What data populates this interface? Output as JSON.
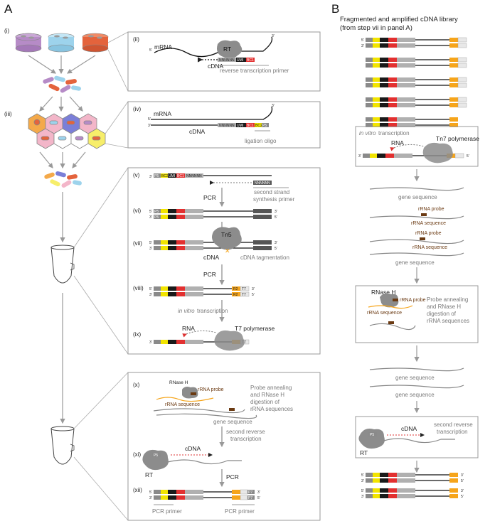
{
  "panels": {
    "a": "A",
    "b": "B"
  },
  "steps": [
    "(i)",
    "(ii)",
    "(iii)",
    "(iv)",
    "(v)",
    "(vi)",
    "(vii)",
    "(viii)",
    "(ix)",
    "(x)",
    "(xi)",
    "(xii)"
  ],
  "panel_a": {
    "ii": {
      "mrna": "mRNA",
      "rt": "RT",
      "cdna": "cDNA",
      "primer": "reverse transcription primer",
      "five": "5'",
      "three": "3'"
    },
    "iv": {
      "mrna": "mRNA",
      "cdna": "cDNA",
      "oligo": "ligation oligo"
    },
    "v": {
      "primer_1": "second strand",
      "primer_2": "synthesis primer"
    },
    "vi": {
      "pcr": "PCR"
    },
    "vii": {
      "tn5": "Tn5",
      "cdna": "cDNA",
      "tag": "cDNA tagmentation"
    },
    "viii": {
      "pcr": "PCR",
      "ivt_italic": "in vitro",
      "ivt_rest": " transcription"
    },
    "ix": {
      "rna": "RNA",
      "pol": "T7 polymerase"
    },
    "x": {
      "rnase": "RNase H",
      "probe": "rRNA probe",
      "rrna": "rRNA sequence",
      "gene": "gene sequence",
      "desc_1": "Probe annealing",
      "desc_2": "and RNase H",
      "desc_3": "digestion of",
      "desc_4": "rRNA sequences",
      "srt_1": "second reverse",
      "srt_2": "transcription"
    },
    "xi": {
      "cdna": "cDNA",
      "rt": "RT",
      "pcr": "PCR"
    },
    "xii": {
      "pcr_left": "PCR primer",
      "pcr_right": "PCR primer"
    }
  },
  "panel_b": {
    "title_1": "Fragmented and amplified cDNA library",
    "title_2": "(from step vii in panel A)",
    "ivt_italic": "in vitro",
    "ivt_rest": " transcription",
    "tn7": "Tn7 polymerase",
    "rna": "RNA",
    "gene": "gene sequence",
    "probe": "rRNA probe",
    "rrna": "rRNA sequence",
    "rnase": "RNase H",
    "desc_1": "Probe annealing",
    "desc_2": "and RNase H",
    "desc_3": "digestion of",
    "desc_4": "rRNA sequences",
    "cdna": "cDNA",
    "srt_1": "second reverse",
    "srt_2": "transcription",
    "rt": "RT"
  },
  "segments": {
    "p5": "P5",
    "bc": "BC1",
    "umi": "UMI",
    "bc2": "BC2",
    "nnn": "NNNNNN",
    "r2": "R2",
    "t7": "T7",
    "p7": "P7"
  },
  "ends": {
    "five": "5'",
    "three": "3'"
  },
  "colors": {
    "p5": "#8a8a8a",
    "bc1": "#f2e400",
    "umi": "#1a1a1a",
    "bc2": "#e23030",
    "nnn": "#b0b0b0",
    "r2": "#f6a51b",
    "t7": "#e8e8e8",
    "protein": "#8c8c8c",
    "rrna": "#6b3a12",
    "dish_purple": "#b68bc7",
    "dish_blue": "#9dd3ec",
    "dish_red": "#e4633c",
    "frame": "#999999",
    "arrow": "#999999"
  }
}
